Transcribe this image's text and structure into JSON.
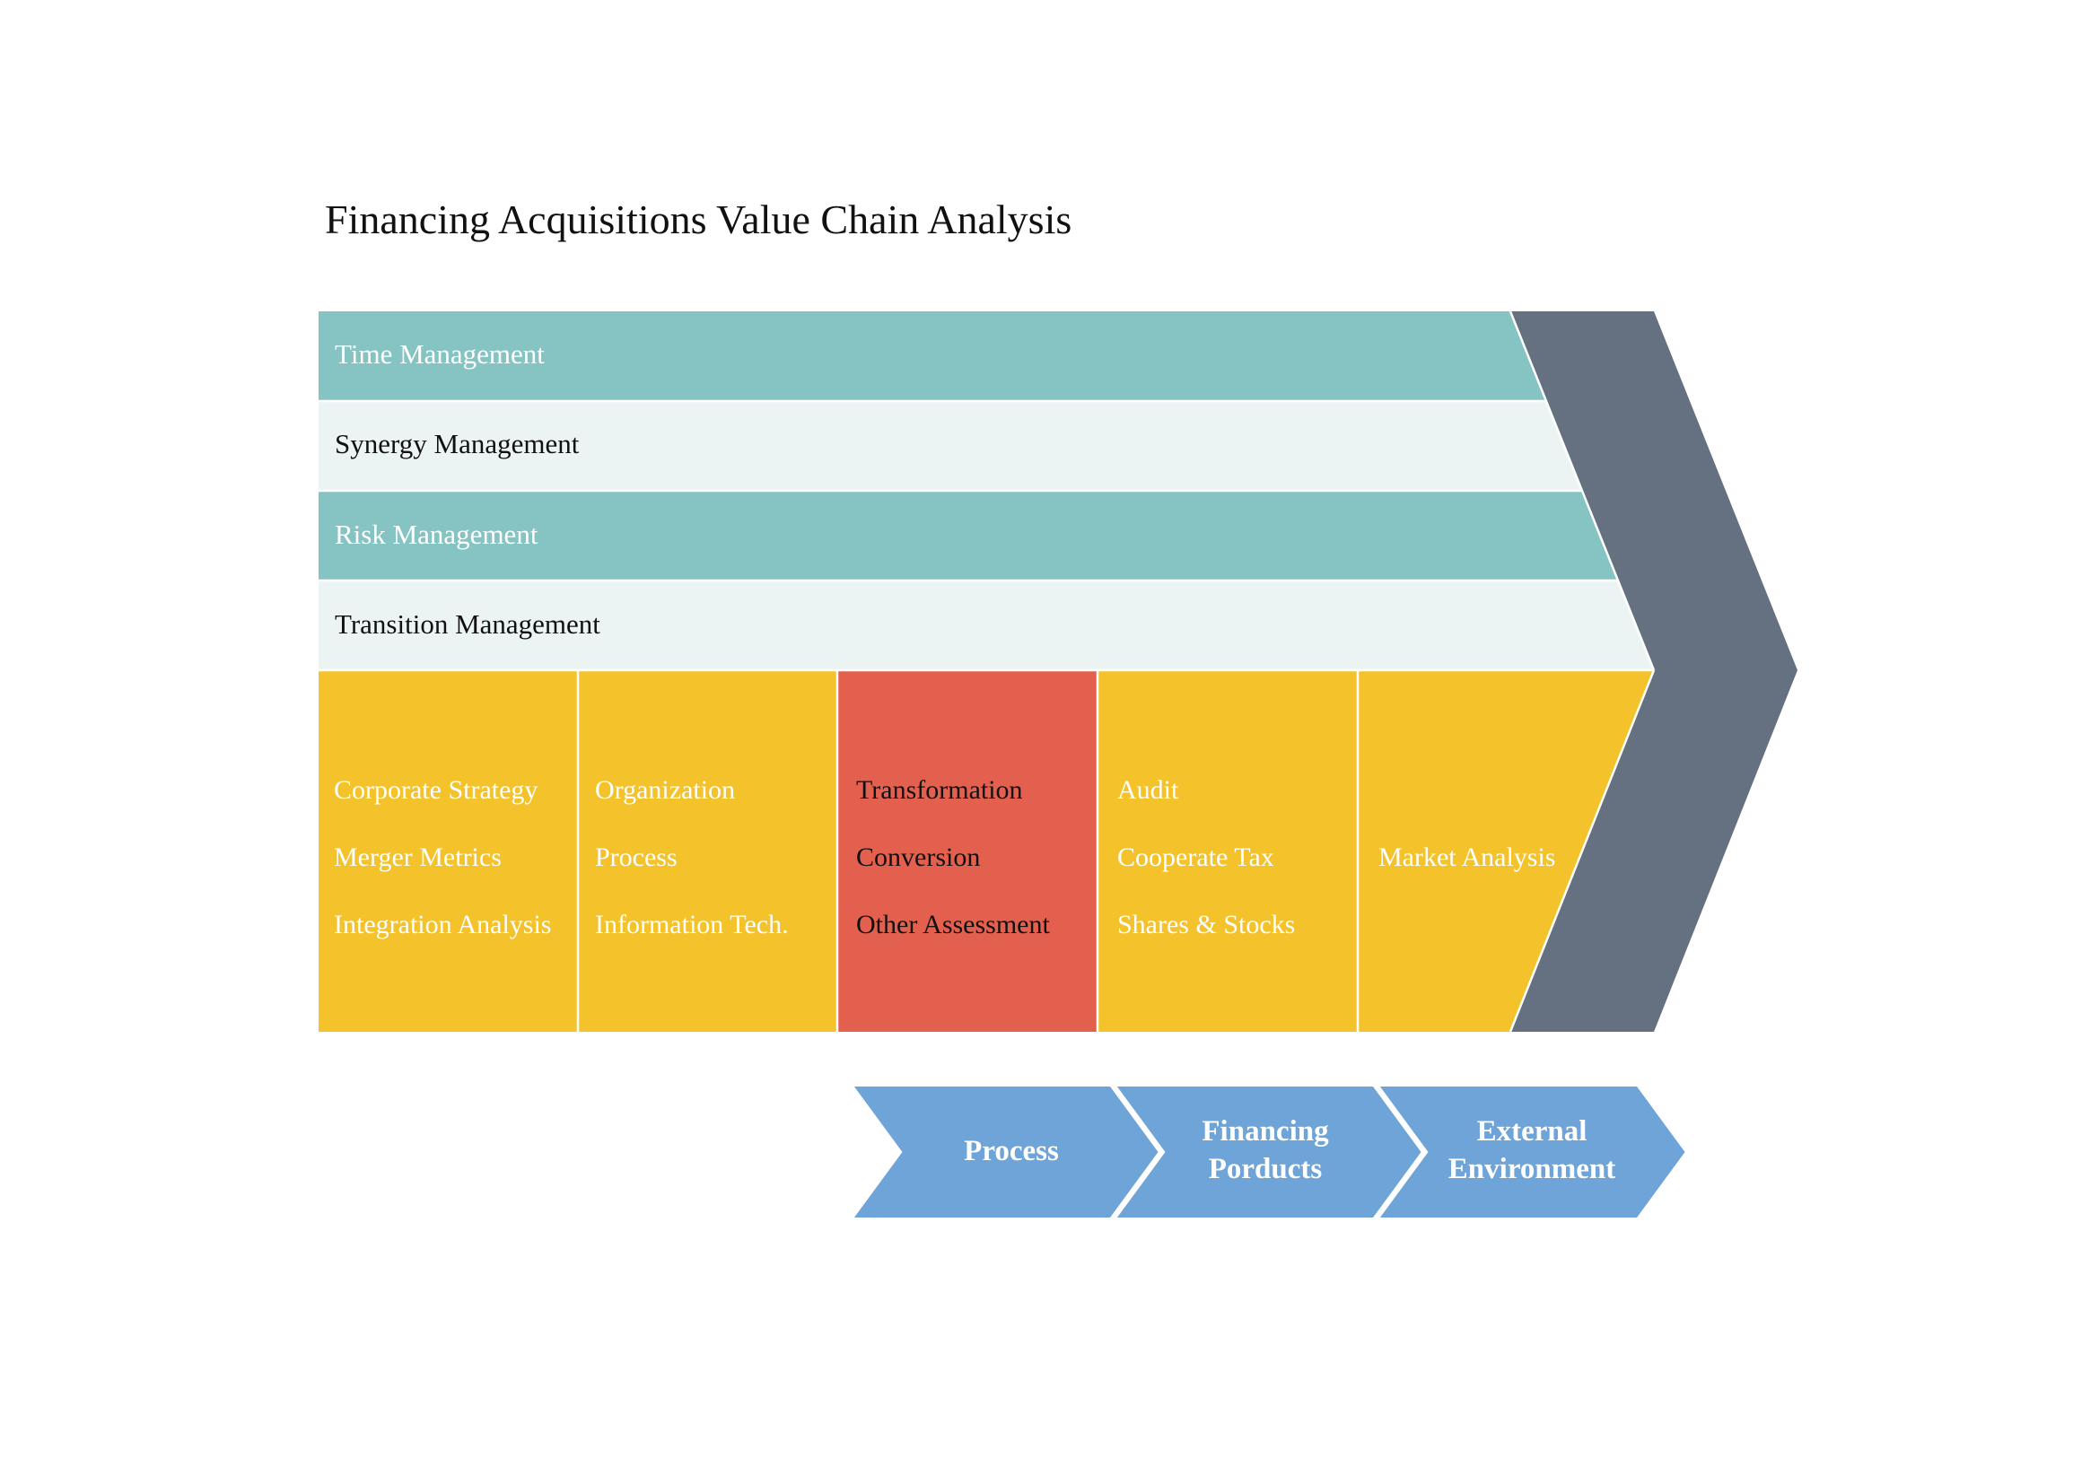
{
  "title": "Financing Acquisitions Value Chain Analysis",
  "colors": {
    "teal": "#86C3C3",
    "light": "#ECF4F3",
    "yellow": "#F4C22B",
    "red": "#E3604E",
    "slate": "#657181",
    "blue": "#6FA4D9",
    "white_text": "#FFFFFF",
    "dark_text": "#111111"
  },
  "support_activities": [
    {
      "label": "Time Management",
      "style": "teal"
    },
    {
      "label": "Synergy Management",
      "style": "light"
    },
    {
      "label": "Risk Management",
      "style": "teal"
    },
    {
      "label": "Transition Management",
      "style": "light"
    }
  ],
  "primary_activities": [
    {
      "style": "yellow",
      "items": [
        "Corporate Strategy",
        "Merger Metrics",
        "Integration Analysis"
      ]
    },
    {
      "style": "yellow",
      "items": [
        "Organization",
        "Process",
        "Information Tech."
      ]
    },
    {
      "style": "red",
      "items": [
        "Transformation",
        "Conversion",
        "Other Assessment"
      ]
    },
    {
      "style": "yellow",
      "items": [
        "Audit",
        "Cooperate Tax",
        "Shares & Stocks"
      ]
    },
    {
      "style": "yellow",
      "items": [
        "Market Analysis"
      ]
    }
  ],
  "flow_steps": [
    {
      "lines": [
        "Process"
      ]
    },
    {
      "lines": [
        "Financing",
        "Porducts"
      ]
    },
    {
      "lines": [
        "External",
        "Environment"
      ]
    }
  ]
}
